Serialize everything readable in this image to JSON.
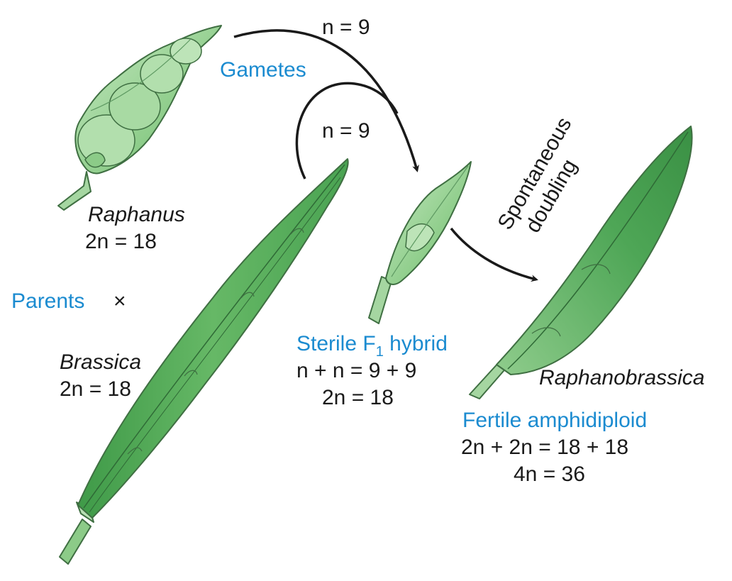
{
  "gametes": {
    "label": "Gametes",
    "n_upper": "n = 9",
    "n_lower": "n = 9"
  },
  "raphanus": {
    "name": "Raphanus",
    "ploidy": "2n = 18"
  },
  "parents": {
    "label": "Parents",
    "cross_symbol": "×"
  },
  "brassica": {
    "name": "Brassica",
    "ploidy": "2n = 18"
  },
  "f1_hybrid": {
    "label_prefix": "Sterile F",
    "label_subscript": "1",
    "label_suffix": " hybrid",
    "equation": "n + n = 9 + 9",
    "ploidy": "2n = 18"
  },
  "doubling": {
    "line1": "Spontaneous",
    "line2": "doubling"
  },
  "raphanobrassica": {
    "name": "Raphanobrassica",
    "description": "Fertile amphidiploid",
    "equation": "2n + 2n = 18 + 18",
    "ploidy": "4n = 36"
  },
  "colors": {
    "label_blue": "#1b8bd0",
    "pod_light": "#a8d8a6",
    "pod_mid": "#6fbf70",
    "pod_dark": "#3e9a48",
    "outline": "#3f6f42",
    "arrow": "#1a1a1a"
  }
}
